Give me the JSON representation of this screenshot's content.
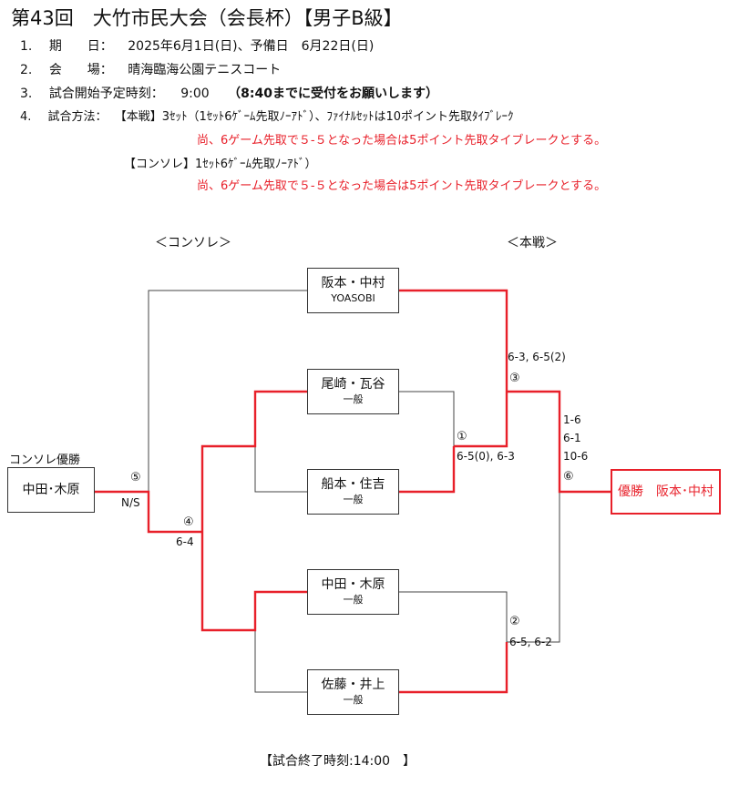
{
  "header": {
    "title": "第43回　大竹市民大会（会長杯）【男子B級】"
  },
  "info": {
    "row1_num": "1.",
    "row1_label": "期　　日：",
    "row1_value": "2025年6月1日(日)、予備日　6月22日(日)",
    "row2_num": "2.",
    "row2_label": "会　　場：",
    "row2_value": "晴海臨海公園テニスコート",
    "row3_num": "3.",
    "row3_label": "試合開始予定時刻：",
    "row3_value": "9:00",
    "row3_note": "（8:40までに受付をお願いします）",
    "row4_num": "4.",
    "row4_label": "試合方法：",
    "row4_value": "【本戦】3ｾｯﾄ（1ｾｯﾄ6ｹﾞｰﾑ先取ﾉｰｱﾄﾞ）、ﾌｧｲﾅﾙｾｯﾄは10ポイント先取ﾀｲﾌﾞﾚｰｸ",
    "row4_note": "尚、6ゲーム先取で５-５となった場合は5ポイント先取タイブレークとする。",
    "row5_value": "【コンソレ】1ｾｯﾄ6ｹﾞｰﾑ先取ﾉｰｱﾄﾞ）",
    "row5_note": "尚、6ゲーム先取で５-５となった場合は5ポイント先取タイブレークとする。"
  },
  "bracket": {
    "consolation_heading": "＜コンソレ＞",
    "main_heading": "＜本戦＞",
    "teams": [
      {
        "name": "阪本・中村",
        "team": "YOASOBI"
      },
      {
        "name": "尾崎・瓦谷",
        "team": "一般"
      },
      {
        "name": "船本・住吉",
        "team": "一般"
      },
      {
        "name": "中田・木原",
        "team": "一般"
      },
      {
        "name": "佐藤・井上",
        "team": "一般"
      }
    ],
    "consolation_winner_label": "コンソレ優勝",
    "consolation_winner": "中田･木原",
    "champion": "優勝　阪本･中村",
    "matches": {
      "m1": {
        "num": "①",
        "score": "6-5(0), 6-3"
      },
      "m2": {
        "num": "②",
        "score": "6-5, 6-2"
      },
      "m3": {
        "num": "③",
        "score": "6-3, 6-5(2)"
      },
      "m4": {
        "num": "④",
        "score": "6-4"
      },
      "m5": {
        "num": "⑤",
        "score": "N/S"
      },
      "m6": {
        "num": "⑥",
        "score_l1": "1-6",
        "score_l2": "6-1",
        "score_l3": "10-6"
      }
    },
    "end_time": "【試合終了時刻:14:00　】"
  },
  "colors": {
    "win_line": "#e8202a",
    "line": "#444444"
  }
}
